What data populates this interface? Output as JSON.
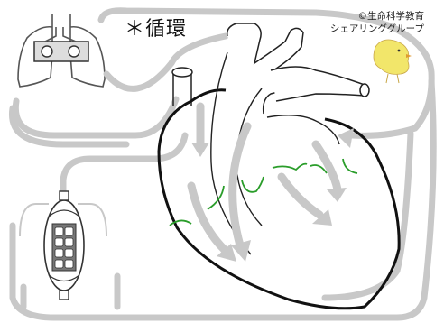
{
  "title": "＊循環",
  "credit": {
    "line1": "©生命科学教育",
    "line2": "シェアリンググループ"
  },
  "colors": {
    "vessel": "#c8c8c8",
    "outline": "#111111",
    "valve": "#2a9d2a",
    "chick": "#f2e66a"
  },
  "icons": [
    "lungs-icon",
    "heart-icon",
    "body-tissue-icon",
    "chick-mascot-icon",
    "flow-arrow-icon"
  ]
}
